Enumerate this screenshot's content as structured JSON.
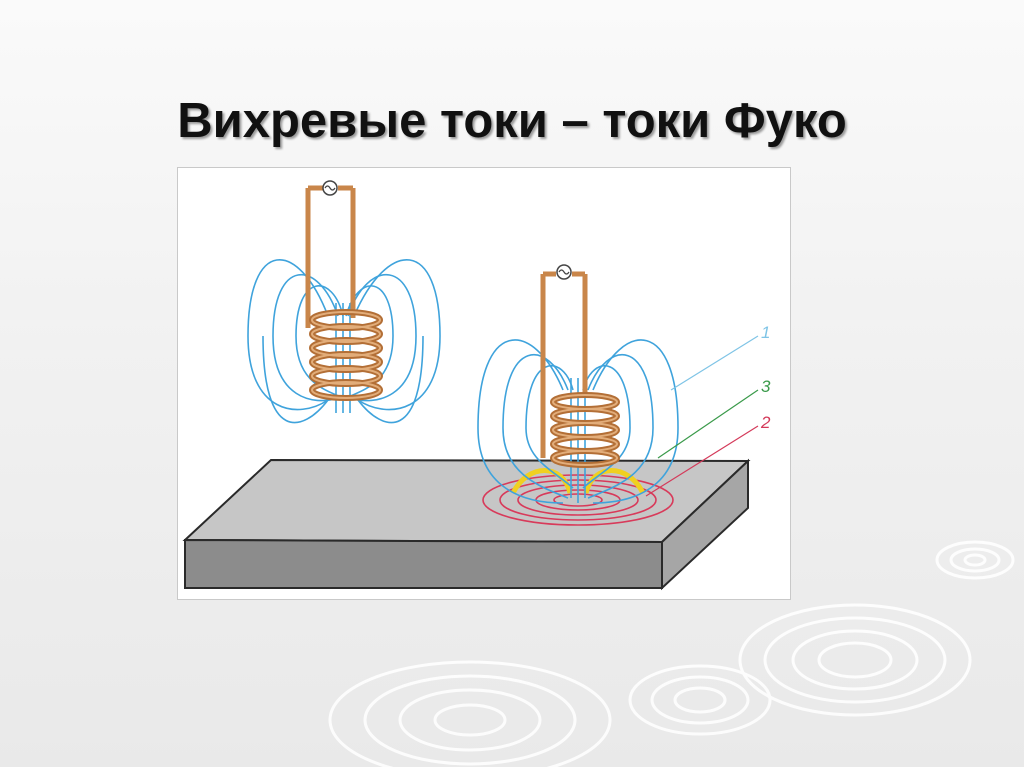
{
  "slide": {
    "title": "Вихревые токи – токи Фуко"
  },
  "diagram": {
    "labels": [
      {
        "text": "1",
        "color": "#7fc4e6"
      },
      {
        "text": "3",
        "color": "#3a9a4a"
      },
      {
        "text": "2",
        "color": "#d43a5a"
      }
    ]
  },
  "colors": {
    "field_lines": "#3fa3dc",
    "coil": "#c9864a",
    "eddy_currents": "#d83a5a",
    "heating_zone": "#f0d020",
    "plate_top": "#c9c9c9",
    "plate_front": "#8e8e8e"
  }
}
